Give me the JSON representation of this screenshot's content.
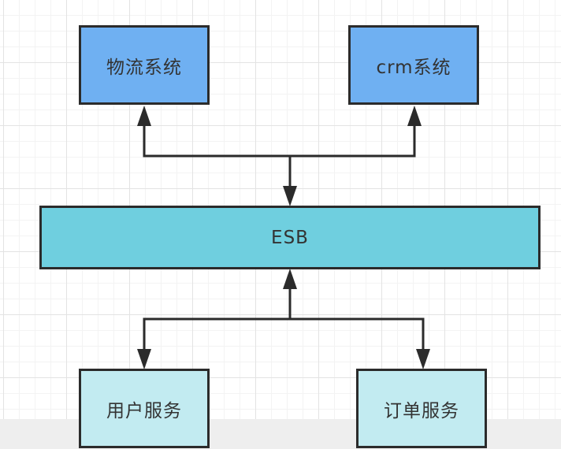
{
  "diagram": {
    "nodes": {
      "logistics": {
        "label": "物流系统"
      },
      "crm": {
        "label": "crm系统"
      },
      "esb": {
        "label": "ESB"
      },
      "user_service": {
        "label": "用户服务"
      },
      "order_service": {
        "label": "订单服务"
      }
    },
    "edges": [
      {
        "from": "esb",
        "to": "logistics"
      },
      {
        "from": "esb",
        "to": "crm"
      },
      {
        "from": "logistics",
        "to": "esb"
      },
      {
        "from": "crm",
        "to": "esb"
      },
      {
        "from": "esb",
        "to": "user_service"
      },
      {
        "from": "esb",
        "to": "order_service"
      },
      {
        "from": "user_service",
        "to": "esb"
      },
      {
        "from": "order_service",
        "to": "esb"
      }
    ],
    "colors": {
      "top_nodes": "#6fb0f2",
      "esb_node": "#6fcfdf",
      "bottom_nodes": "#c2ebf1",
      "stroke": "#2b2b2b"
    }
  }
}
